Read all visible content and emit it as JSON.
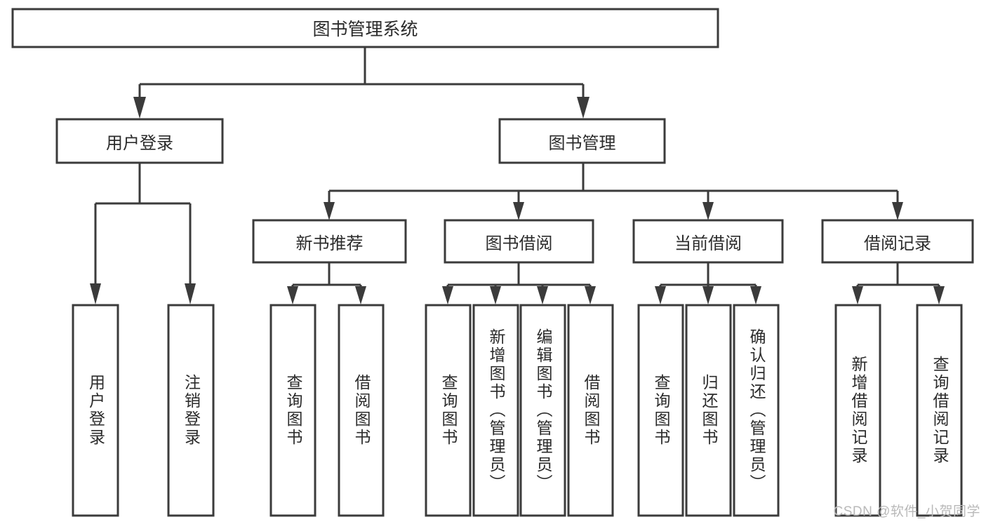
{
  "diagram": {
    "type": "tree",
    "title": "图书管理系统",
    "watermark": "CSDN @软件_小贺同学",
    "colors": {
      "stroke": "#3b3b3b",
      "fill": "#ffffff",
      "text": "#2b2b2b",
      "background": "#ffffff",
      "watermark": "#b9b9b9"
    },
    "root": {
      "label": "图书管理系统",
      "level": 0
    },
    "level2": [
      {
        "label": "用户登录"
      },
      {
        "label": "图书管理"
      }
    ],
    "level3": [
      {
        "label": "新书推荐"
      },
      {
        "label": "图书借阅"
      },
      {
        "label": "当前借阅"
      },
      {
        "label": "借阅记录"
      }
    ],
    "leaves": {
      "user_login": [
        {
          "label": "用户登录"
        },
        {
          "label": "注销登录"
        }
      ],
      "new_book_recommend": [
        {
          "label": "查询图书"
        },
        {
          "label": "借阅图书"
        }
      ],
      "book_borrow": [
        {
          "label": "查询图书"
        },
        {
          "label": "新增图书（管理员）"
        },
        {
          "label": "编辑图书（管理员）"
        },
        {
          "label": "借阅图书"
        }
      ],
      "current_borrow": [
        {
          "label": "查询图书"
        },
        {
          "label": "归还图书"
        },
        {
          "label": "确认归还（管理员）"
        }
      ],
      "borrow_record": [
        {
          "label": "新增借阅记录"
        },
        {
          "label": "查询借阅记录"
        }
      ]
    }
  }
}
